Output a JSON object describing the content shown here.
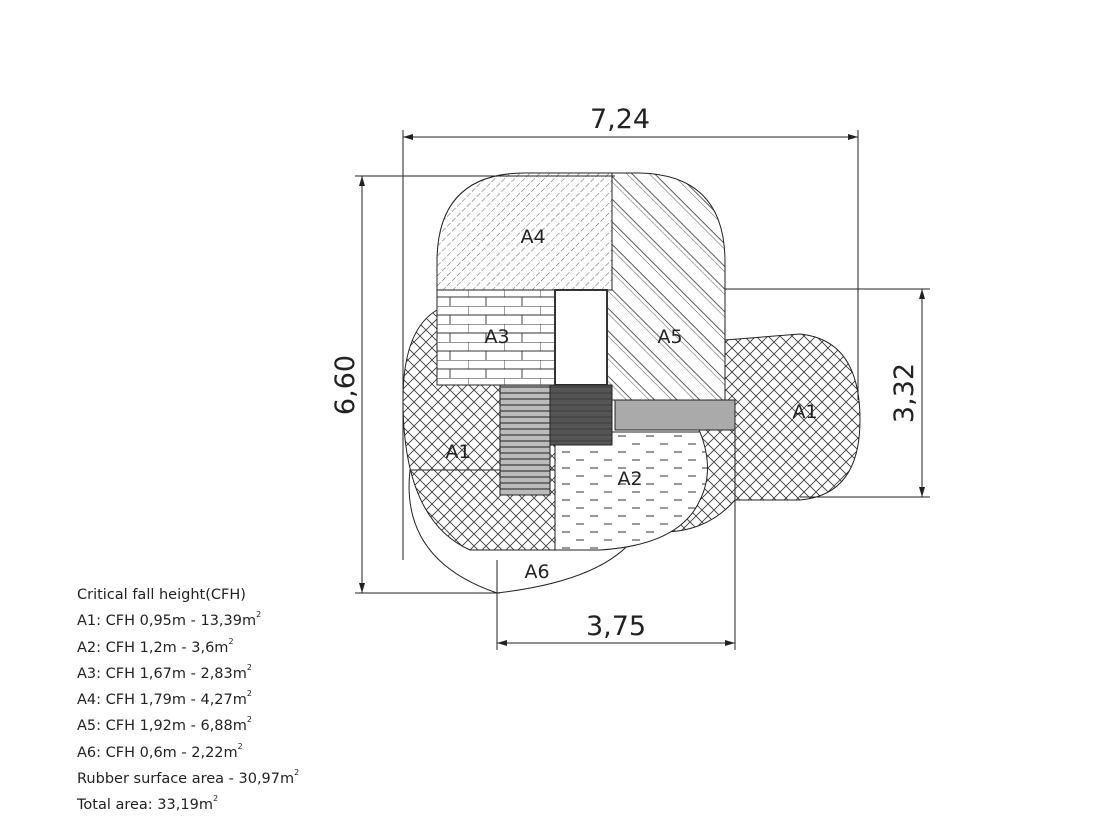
{
  "dimensions": {
    "overall_width": "7,24",
    "overall_height": "6,60",
    "right_height": "3,32",
    "bottom_width": "3,75"
  },
  "areas": {
    "a1_left": "A1",
    "a1_right": "A1",
    "a2": "A2",
    "a3": "A3",
    "a4": "A4",
    "a5": "A5",
    "a6": "A6"
  },
  "legend": {
    "title": "Critical fall height(CFH)",
    "items": [
      {
        "text": "A1: CFH 0,95m - 13,39m",
        "sup": "2"
      },
      {
        "text": "A2: CFH 1,2m - 3,6m",
        "sup": "2"
      },
      {
        "text": "A3: CFH 1,67m - 2,83m",
        "sup": "2"
      },
      {
        "text": "A4: CFH 1,79m - 4,27m",
        "sup": "2"
      },
      {
        "text": "A5: CFH 1,92m - 6,88m",
        "sup": "2"
      },
      {
        "text": "A6: CFH 0,6m - 2,22m",
        "sup": "2"
      },
      {
        "text": "Rubber surface area - 30,97m",
        "sup": "2"
      },
      {
        "text": "Total area: 33,19m",
        "sup": "2"
      }
    ]
  }
}
